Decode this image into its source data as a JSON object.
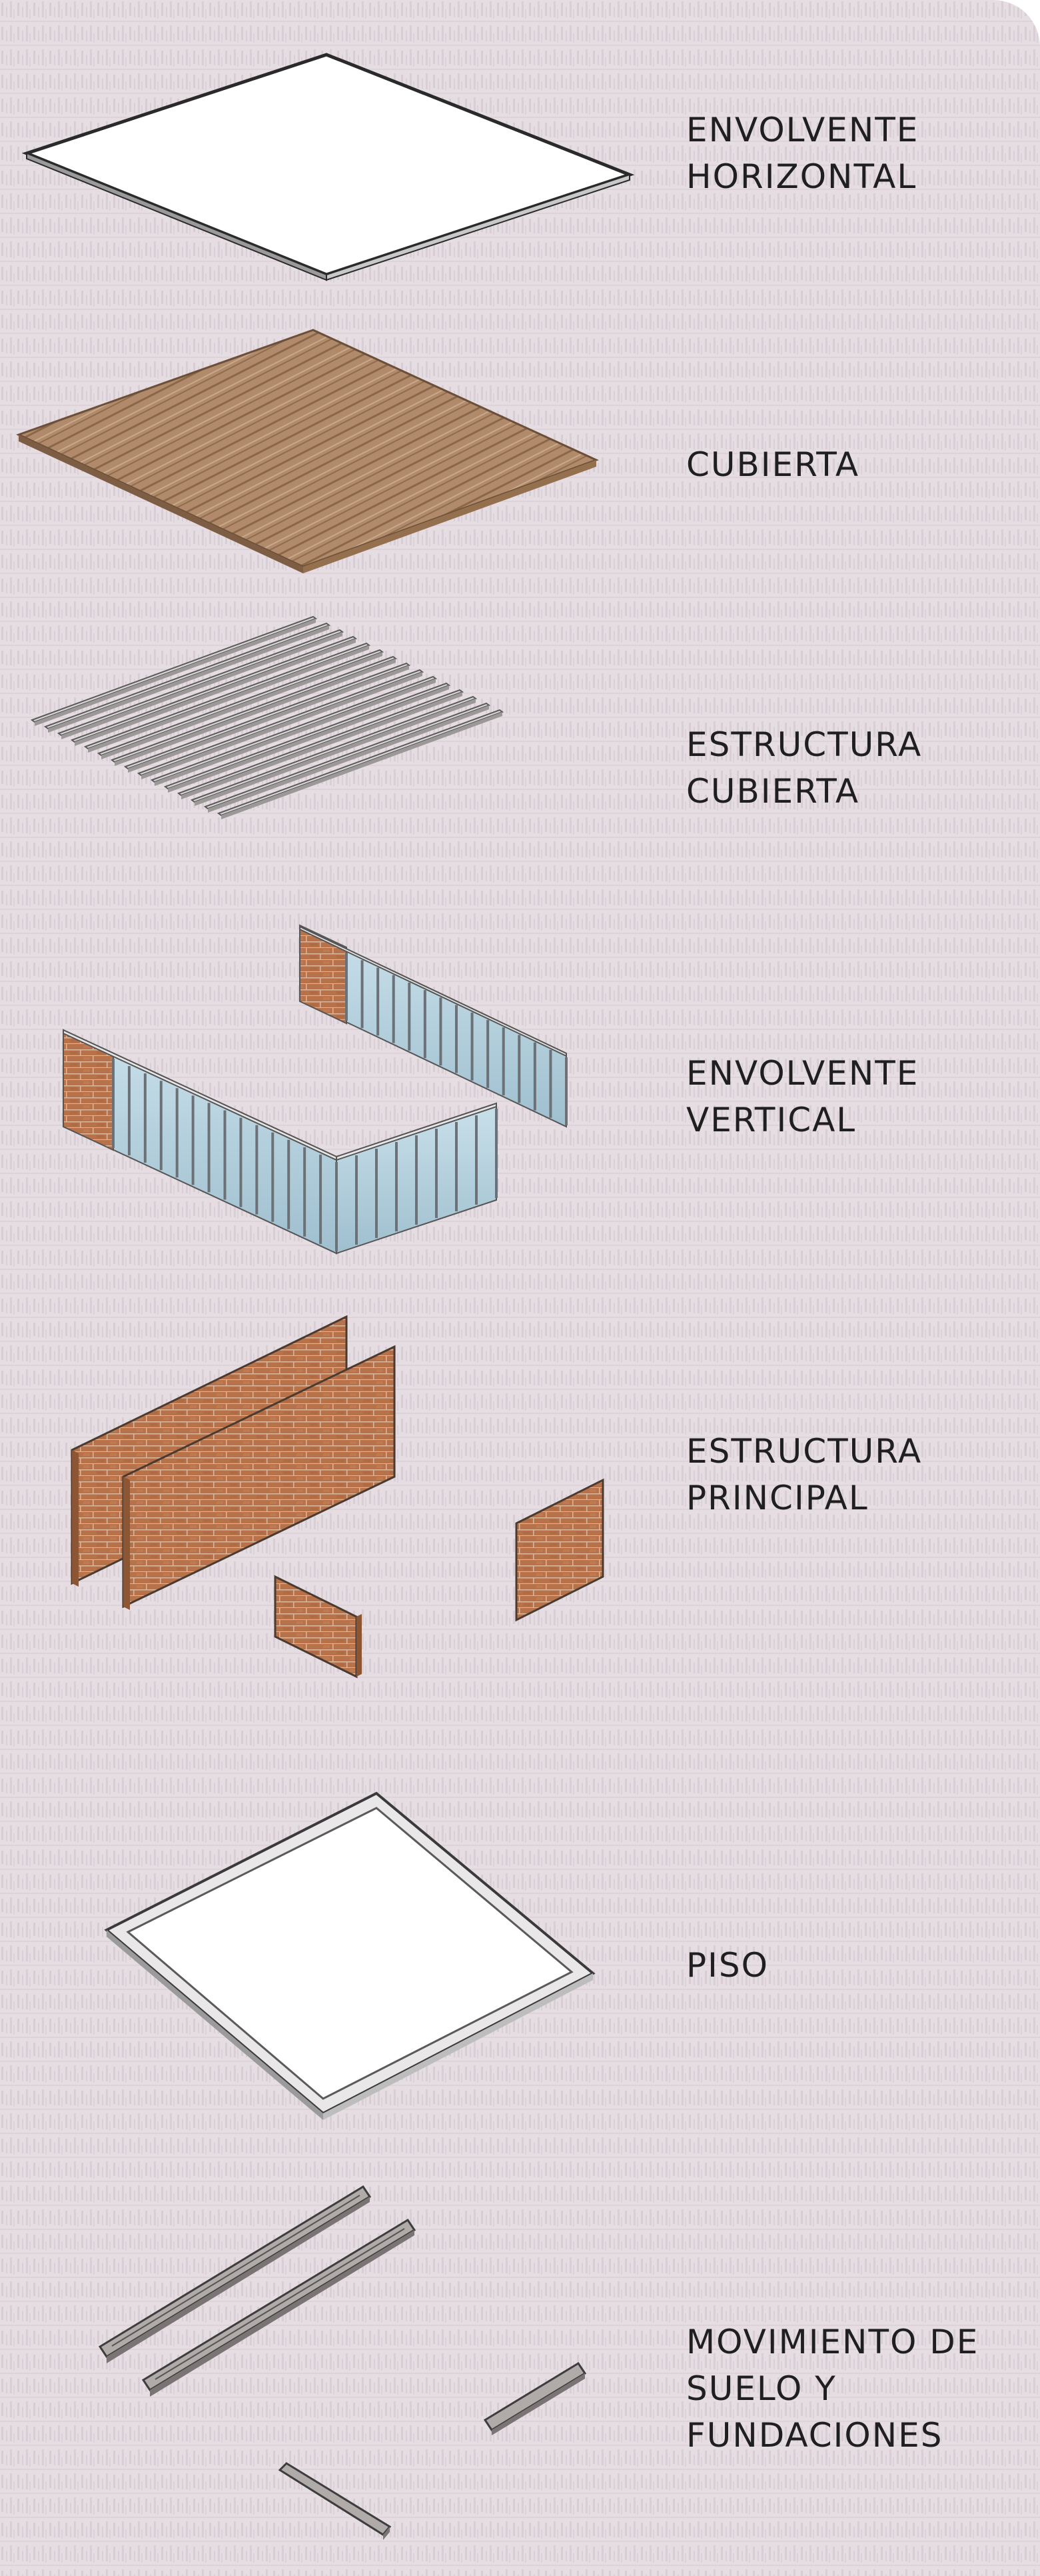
{
  "layers": [
    {
      "id": "envolvente-horizontal",
      "lines": [
        "ENVOLVENTE",
        "HORIZONTAL"
      ]
    },
    {
      "id": "cubierta",
      "lines": [
        "CUBIERTA"
      ]
    },
    {
      "id": "estructura-cubierta",
      "lines": [
        "ESTRUCTURA",
        "CUBIERTA"
      ]
    },
    {
      "id": "envolvente-vertical",
      "lines": [
        "ENVOLVENTE",
        "VERTICAL"
      ]
    },
    {
      "id": "estructura-principal",
      "lines": [
        "ESTRUCTURA",
        "PRINCIPAL"
      ]
    },
    {
      "id": "piso",
      "lines": [
        "PISO"
      ]
    },
    {
      "id": "movimiento-de-suelo",
      "lines": [
        "MOVIMIENTO DE",
        "SUELO Y",
        "FUNDACIONES"
      ]
    }
  ],
  "colors": {
    "background": "#e6dde2",
    "texture": "#c9bec5",
    "text": "#1f1f1f",
    "wood": "#a67e5c",
    "brick": "#b8724a",
    "glass": "#a9c8d6",
    "concrete": "#b0aaa8"
  }
}
